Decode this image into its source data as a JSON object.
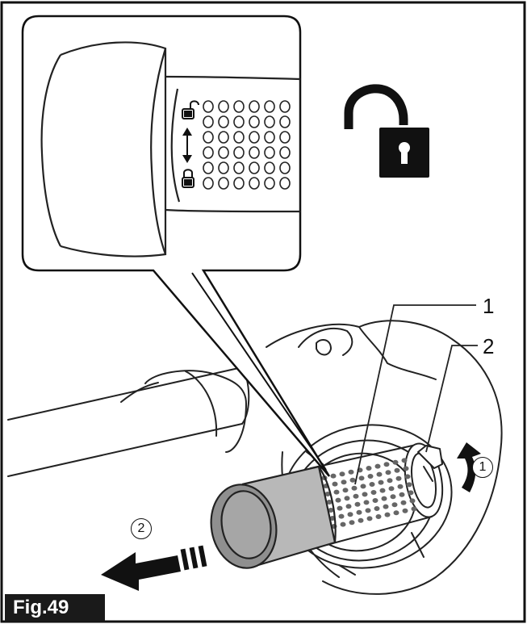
{
  "figure": {
    "label": "Fig.49"
  },
  "callouts": {
    "part_1": "1",
    "part_2": "2",
    "step_1": "1",
    "step_2": "2"
  },
  "icons": {
    "unlock": "unlocked-padlock-icon",
    "lock_symbol": "locked-symbol-icon",
    "unlock_symbol": "unlocked-symbol-icon",
    "rotate_arrow": "rotate-arrow-icon",
    "pull_arrow": "pull-arrow-icon"
  },
  "colors": {
    "ink": "#111111",
    "label_bg": "#1a1a1a",
    "label_text": "#ffffff"
  }
}
